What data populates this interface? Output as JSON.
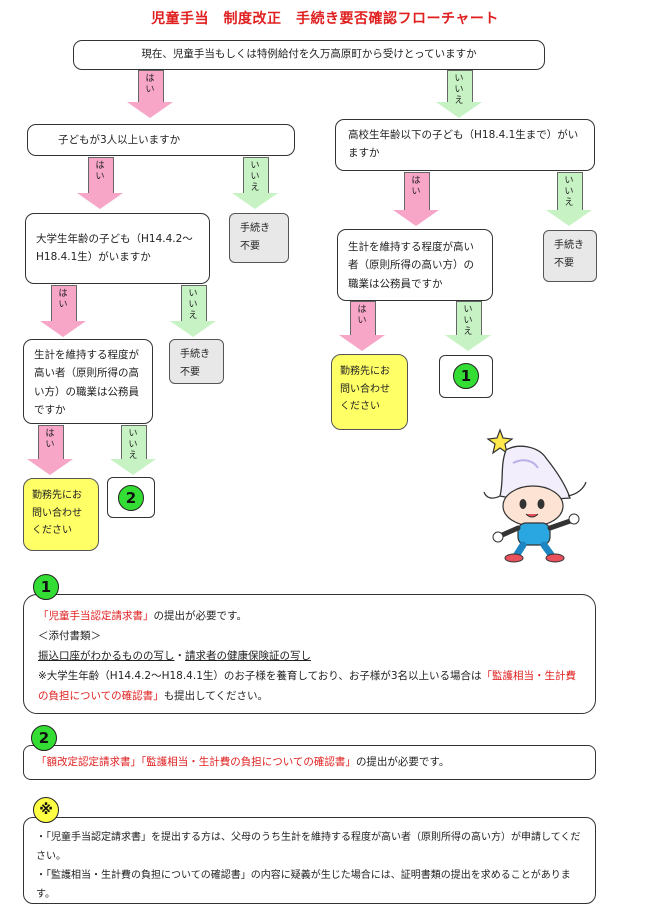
{
  "title": "児童手当　制度改正　手続き要否確認フローチャート",
  "flow": {
    "q1": "現在、児童手当もしくは特例給付を久万高原町から受けとっていますか",
    "yes": [
      "は",
      "い"
    ],
    "no": [
      "い",
      "い",
      "え"
    ],
    "q_left": "子どもが3人以上いますか",
    "q_right": "高校生年齢以下の子ども（H18.4.1生まで）がいますか",
    "q_left2": "大学生年齢の子ども（H14.4.2〜H18.4.1生）がいますか",
    "q_left3": "生計を維持する程度が高い者（原則所得の高い方）の職業は公務員ですか",
    "q_right2": "生計を維持する程度が高い者（原則所得の高い方）の職業は公務員ですか",
    "not_needed": "手続き不要",
    "contact": "勤務先にお問い合わせください",
    "one": "1",
    "two": "2"
  },
  "section1": {
    "badge": "1",
    "form": "「児童手当認定請求書」",
    "form_tail": "の提出が必要です。",
    "attach_heading": "＜添付書類＞",
    "attach_a": "振込口座がわかるものの写し",
    "attach_sep": "・",
    "attach_b": "請求者の健康保険証の写し",
    "note_a": "※大学生年齢（H14.4.2〜H18.4.1生）のお子様を養育しており、お子様が3名以上いる場合は",
    "note_red": "「監護相当・生計費の負担についての確認書」",
    "note_tail": "も提出してください。"
  },
  "section2": {
    "badge": "2",
    "form": "「額改定認定請求書」「監護相当・生計費の負担についての確認書」",
    "form_tail": "の提出が必要です。"
  },
  "section3": {
    "badge": "※",
    "line1": "・「児童手当認定請求書」を提出する方は、父母のうち生計を維持する程度が高い者（原則所得の高い方）が申請してください。",
    "line2": "・「監護相当・生計費の負担についての確認書」の内容に疑義が生じた場合には、証明書類の提出を求めることがあります。"
  },
  "colors": {
    "title_red": "#e02020",
    "yes_pink": "#f7a6c8",
    "no_green": "#c7f3c4",
    "circle_green": "#33dd33",
    "contact_yellow": "#ffff66",
    "not_needed_gray": "#e8e8e8"
  },
  "mascot": "mascot-illustration"
}
